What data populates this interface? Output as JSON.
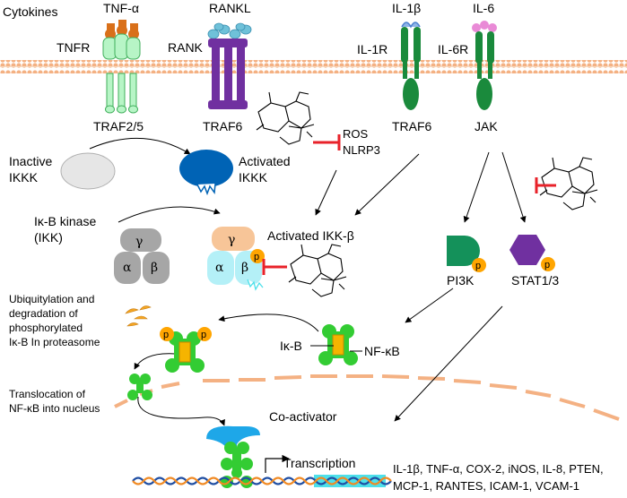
{
  "labels": {
    "cytokines": "Cytokines",
    "tnf_alpha": "TNF-α",
    "rankl": "RANKL",
    "il1b": "IL-1β",
    "il6": "IL-6",
    "tnfr": "TNFR",
    "rank": "RANK",
    "il1r": "IL-1R",
    "il6r": "IL-6R",
    "traf25": "TRAF2/5",
    "traf6_a": "TRAF6",
    "traf6_b": "TRAF6",
    "jak": "JAK",
    "ros": "ROS",
    "nlrp3": "NLRP3",
    "inactive": "Inactive",
    "ikkk_inactive": "IKKK",
    "activated": "Activated",
    "ikkk_active": "IKKK",
    "ikb_kinase": "Iκ-B kinase",
    "ikk": "(IKK)",
    "activated_ikkb": "Activated IKK-β",
    "pi3k": "PI3K",
    "stat": "STAT1/3",
    "ubiq1": "Ubiquitylation and",
    "ubiq2": "degradation of",
    "ubiq3": "phosphorylated",
    "ubiq4": "Iκ-B In proteasome",
    "ikb": "Iκ-B",
    "nfkb": "NF-κB",
    "transloc1": "Translocation of",
    "transloc2": "NF-κB into nucleus",
    "coactivator": "Co-activator",
    "transcription": "Transcription",
    "genes1": "IL-1β, TNF-α, COX-2, iNOS, IL-8, PTEN,",
    "genes2": "MCP-1, RANTES, ICAM-1, VCAM-1"
  },
  "subunits": {
    "gamma": "γ",
    "alpha": "α",
    "beta": "β",
    "p": "p"
  },
  "colors": {
    "membrane": "#f4b183",
    "tnfr": "#b7f5c6",
    "rank": "#7030a0",
    "il_receptor": "#1a8a3c",
    "tnf_ligand": "#d9701a",
    "rankl_ligand": "#6fc1d9",
    "il1b_ligand": "#8fb4e8",
    "il6_ligand": "#e98ad6",
    "ikkk_inactive": "#e6e6e6",
    "ikkk_active": "#0063b5",
    "ikk_inactive": "#a6a6a6",
    "ikk_gamma": "#f7c598",
    "ikk_ab": "#b4f0f7",
    "phospho": "#ffa500",
    "pi3k": "#14915a",
    "stat": "#7030a0",
    "nfkb": "#33cc33",
    "ikb_box": "#f5b400",
    "inhibit": "#e8222a",
    "coactivator": "#1ea7e8",
    "dna_blue": "#1f4ea3",
    "dna_orange": "#f08a24",
    "dna_highlight": "#4de0ea"
  }
}
